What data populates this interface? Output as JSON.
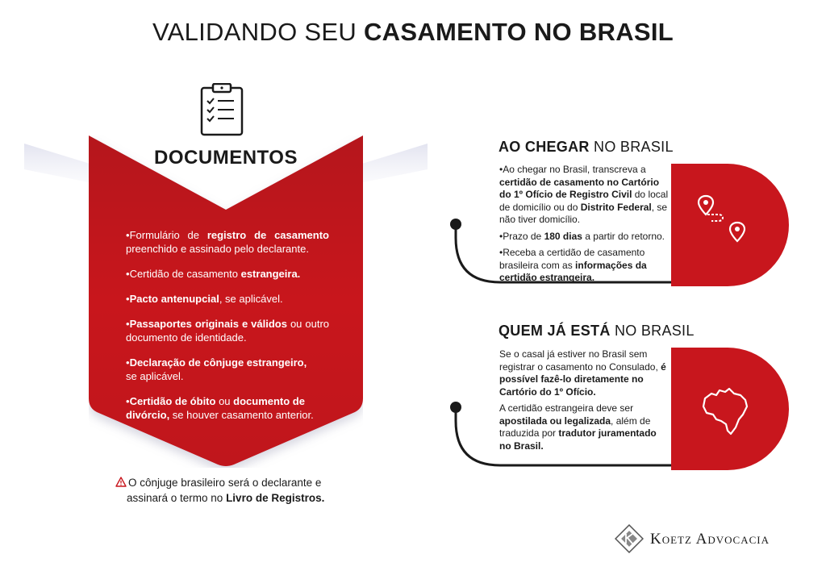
{
  "header": {
    "title_light": "VALIDANDO SEU",
    "title_bold": "CASAMENTO NO BRASIL"
  },
  "documents": {
    "icon": "clipboard-checklist-icon",
    "heading": "DOCUMENTOS",
    "items": [
      {
        "a": "Formulário de ",
        "b": "registro de casamento",
        "c": " preenchido e assinado pelo declarante.",
        "d": "",
        "e": ""
      },
      {
        "a": "Certidão de casamento ",
        "b": "estrangeira.",
        "c": "",
        "d": "",
        "e": ""
      },
      {
        "a": "",
        "b": "Pacto antenupcial",
        "c": ", se aplicável.",
        "d": "",
        "e": ""
      },
      {
        "a": "",
        "b": "Passaportes originais e válidos",
        "c": " ou outro documento de identidade.",
        "d": "",
        "e": ""
      },
      {
        "a": "",
        "b": "Declaração de cônjuge estrangeiro,",
        "c": " se aplicável.",
        "d": "",
        "e": ""
      },
      {
        "a": "",
        "b": "Certidão de óbito",
        "c": " ou ",
        "d": "documento de divórcio,",
        "e": " se houver casamento anterior."
      }
    ],
    "warning_icon": "warning-triangle-icon",
    "warning_line1": "O cônjuge brasileiro será o declarante e",
    "warning_line2_prefix": "assinará o termo no ",
    "warning_line2_bold": "Livro de Registros."
  },
  "arriving": {
    "title_bold": "AO CHEGAR",
    "title_light": "NO BRASIL",
    "icon": "route-pins-icon",
    "p1_a": "Ao chegar no Brasil, transcreva a ",
    "p1_b": "certidão de casamento no Cartório do 1º Ofício de Registro Civil",
    "p1_c": " do local de domicílio ou do ",
    "p1_d": "Distrito Federal",
    "p1_e": ", se não tiver domicílio.",
    "p2_a": "Prazo de ",
    "p2_b": "180 dias",
    "p2_c": " a partir do retorno.",
    "p3_a": "Receba a certidão de casamento brasileira com as ",
    "p3_b": "informações da certidão estrangeira."
  },
  "already": {
    "title_bold": "QUEM JÁ ESTÁ",
    "title_light": "NO BRASIL",
    "icon": "brazil-map-icon",
    "p1_a": "Se o casal já estiver no Brasil sem registrar o casamento no Consulado, ",
    "p1_b": "é possível fazê-lo diretamente no Cartório do 1º Ofício.",
    "p2_a": "A certidão estrangeira deve ser ",
    "p2_b": "apostilada ou legalizada",
    "p2_c": ", além de traduzida por ",
    "p2_d": "tradutor juramentado no Brasil."
  },
  "footer": {
    "logo_icon": "koetz-logo-icon",
    "brand": "Koetz Advocacia"
  },
  "colors": {
    "accent_red": "#c8161d",
    "text": "#1a1a1a"
  }
}
